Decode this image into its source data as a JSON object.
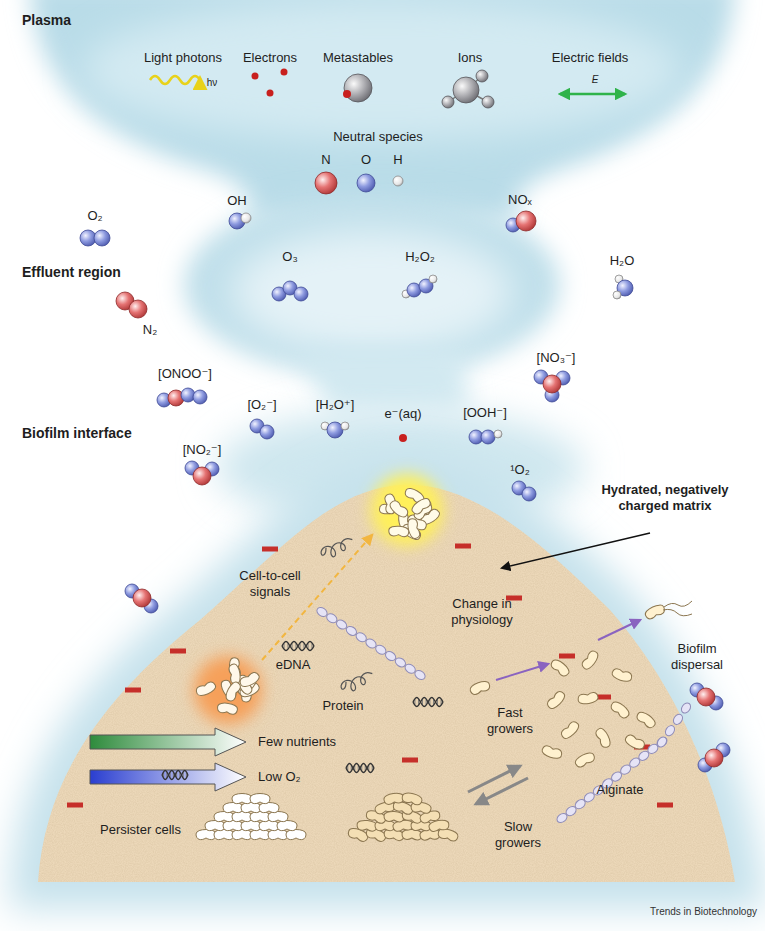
{
  "diagram": {
    "labels": [
      "Plasma",
      "Light photons",
      "hν",
      "Electrons",
      "Metastables",
      "Ions",
      "Electric fields",
      "E",
      "Neutral species",
      "N",
      "O",
      "H",
      "O₂",
      "OH",
      "NOₓ",
      "Effluent region",
      "O₃",
      "H₂O₂",
      "H₂O",
      "N₂",
      "[ONOO⁻]",
      "[O₂⁻]",
      "[H₂O⁺]",
      "e⁻(aq)",
      "[NO₃⁻]",
      "[OOH⁻]",
      "Biofilm interface",
      "[NO₂⁻]",
      "¹O₂",
      "Hydrated, negatively charged matrix",
      "Cell-to-cell signals",
      "Change in physiology",
      "Biofilm dispersal",
      "eDNA",
      "Protein",
      "Fast growers",
      "Few nutrients",
      "Low O₂",
      "Alginate",
      "Persister cells",
      "Slow growers",
      "Trends in Biotechnology"
    ]
  }
}
